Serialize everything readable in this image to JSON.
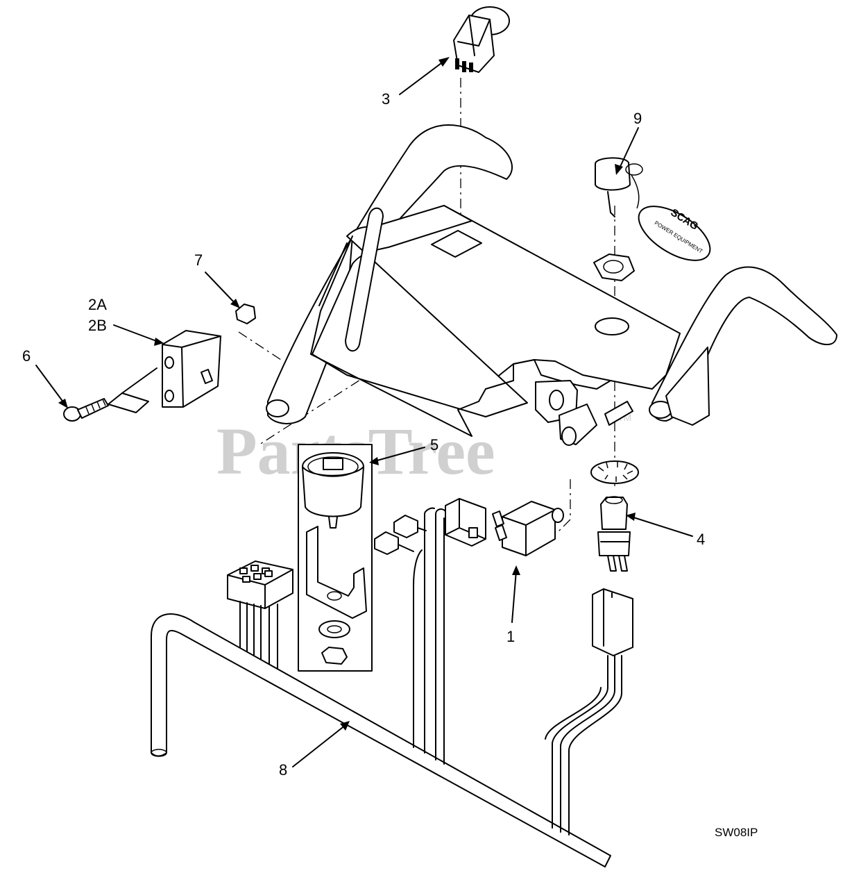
{
  "watermark": {
    "text": "PartsTree",
    "tm": "TM"
  },
  "diagram_code": "SW08IP",
  "callouts": {
    "c1": "1",
    "c2a": "2A",
    "c2b": "2B",
    "c3": "3",
    "c4": "4",
    "c5": "5",
    "c6": "6",
    "c7": "7",
    "c8": "8",
    "c9": "9"
  },
  "keyfob": {
    "brand": "SCAG",
    "sub": "POWER EQUIPMENT"
  },
  "colors": {
    "line": "#000000",
    "background": "#ffffff",
    "watermark": "#d0d0d0"
  }
}
